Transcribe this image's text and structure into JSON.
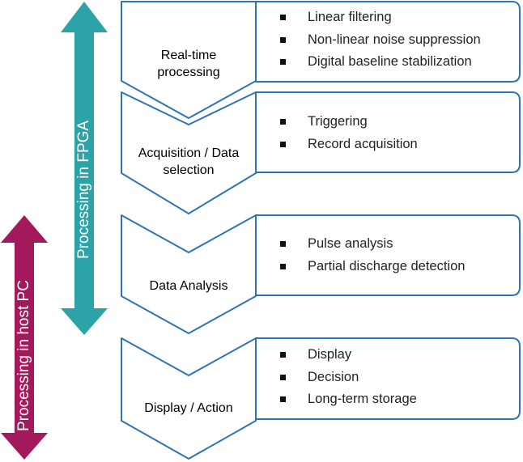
{
  "side_arrows": {
    "fpga": {
      "label": "Processing in FPGA",
      "color": "#2ba3a8"
    },
    "host": {
      "label": "Processing in host PC",
      "color": "#a3195b"
    }
  },
  "stages": [
    {
      "label_lines": [
        "Real-time",
        "processing"
      ],
      "items": [
        "Linear filtering",
        "Non-linear noise suppression",
        "Digital baseline stabilization"
      ]
    },
    {
      "label_lines": [
        "Acquisition / Data",
        "selection"
      ],
      "items": [
        "Triggering",
        "Record acquisition"
      ]
    },
    {
      "label_lines": [
        "Data Analysis"
      ],
      "items": [
        "Pulse analysis",
        "Partial discharge detection"
      ]
    },
    {
      "label_lines": [
        "Display / Action"
      ],
      "items": [
        "Display",
        "Decision",
        "Long-term storage"
      ]
    }
  ],
  "colors": {
    "outline": "#2e74b5",
    "fill": "#ffffff"
  }
}
